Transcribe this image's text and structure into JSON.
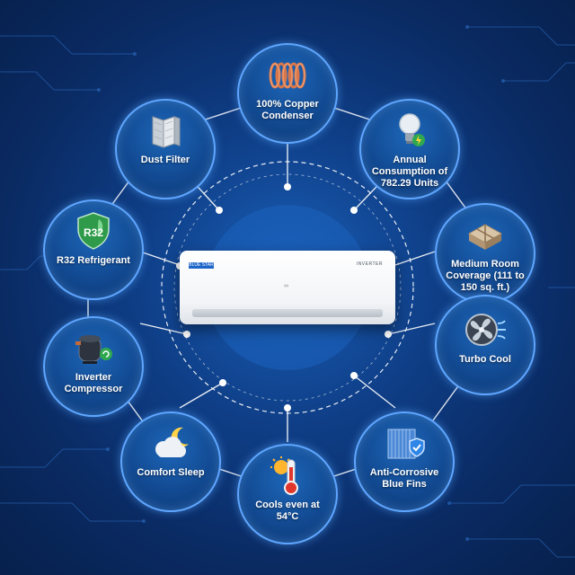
{
  "product": {
    "brand_badge": "BLUE STAR",
    "model_badge": "INVERTER",
    "center_mark": "∞"
  },
  "features": [
    {
      "id": "copper",
      "label": "100% Copper Condenser",
      "icon": "copper-coil-icon"
    },
    {
      "id": "energy",
      "label": "Annual Consumption of 782.29 Units",
      "icon": "light-bulb-icon"
    },
    {
      "id": "room",
      "label": "Medium Room Coverage (111 to 150 sq. ft.)",
      "icon": "room-floor-plan-icon"
    },
    {
      "id": "turbo",
      "label": "Turbo Cool",
      "icon": "fan-icon"
    },
    {
      "id": "fins",
      "label": "Anti-Corrosive Blue Fins",
      "icon": "blue-fins-shield-icon"
    },
    {
      "id": "temp",
      "label": "Cools even at 54°C",
      "icon": "thermometer-sun-icon"
    },
    {
      "id": "sleep",
      "label": "Comfort Sleep",
      "icon": "moon-cloud-icon"
    },
    {
      "id": "compressor",
      "label": "Inverter Compressor",
      "icon": "compressor-icon"
    },
    {
      "id": "refrigerant",
      "label": "R32 Refrigerant",
      "icon": "r32-shield-icon"
    },
    {
      "id": "dust",
      "label": "Dust Filter",
      "icon": "dust-filter-icon"
    }
  ],
  "r32_text": "R32",
  "colors": {
    "accent": "#5fa6ff",
    "background_dark": "#07204c",
    "background_light": "#1a5fb8"
  }
}
